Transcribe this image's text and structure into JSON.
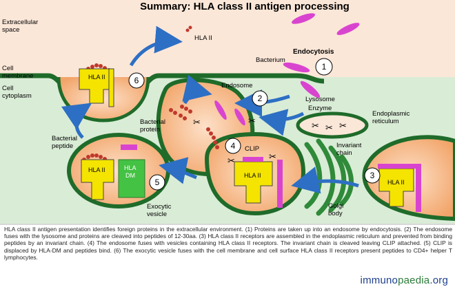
{
  "title": "Summary: HLA class II antigen processing",
  "labels": {
    "extracellular_space": [
      "Extracellular",
      "space"
    ],
    "cell_membrane": [
      "Cell",
      "membrane"
    ],
    "cell_cytoplasm": [
      "Cell",
      "cytoplasm"
    ],
    "hla_ii_released": "HLA II",
    "endocytosis": "Endocytosis",
    "bacterium": "Bacterium",
    "endosome": "Endosome",
    "lysosome_enzyme": [
      "Lysosome",
      "Enzyme"
    ],
    "endoplasmic_reticulum": [
      "Endoplasmic",
      "reticulum"
    ],
    "bacterial_protein": [
      "Bacterial",
      "protein"
    ],
    "bacterial_peptide": [
      "Bacterial",
      "peptide"
    ],
    "clip": "CLIP",
    "invariant_chain": [
      "Invariant",
      "chain"
    ],
    "hla_ii": "HLA II",
    "hla_dm": [
      "HLA",
      "DM"
    ],
    "exocytic_vesicle": [
      "Exocytic",
      "vesicle"
    ],
    "golgi_body": [
      "Golgi",
      "body"
    ]
  },
  "steps": [
    "1",
    "2",
    "3",
    "4",
    "5",
    "6"
  ],
  "caption": "HLA class II antigen presentation identifies foreign proteins in the extracellular environment. (1) Proteins are taken up into an endosome by endocytosis. (2) The endosome fuses with the lysosome and proteins are cleaved into peptides of 12-30aa. (3) HLA class II receptors are assembled in the endoplasmic reticulum and prevented from binding peptides by an invariant chain. (4) The endosome fuses with vesicles containing HLA class II receptors. The invariant chain is cleaved leaving CLIP attached. (5) CLIP is displaced by HLA-DM and peptides bind. (6) The exocytic vesicle fuses with the cell membrane and cell surface HLA class II receptors present peptides to CD4+ helper T lymphocytes.",
  "logo": {
    "part1": "immuno",
    "part2": "paedia",
    "part3": ".org"
  },
  "colors": {
    "extracellular": "#fbe7d8",
    "cytoplasm": "#d9ecd6",
    "membrane": "#1f6b2a",
    "vesicle_fill": "#f6b98a",
    "hla_yellow": "#f4e400",
    "hla_dm_green": "#44c244",
    "bacterium": "#d944cf",
    "peptide": "#c0392b",
    "arrow": "#2d6fc4"
  }
}
